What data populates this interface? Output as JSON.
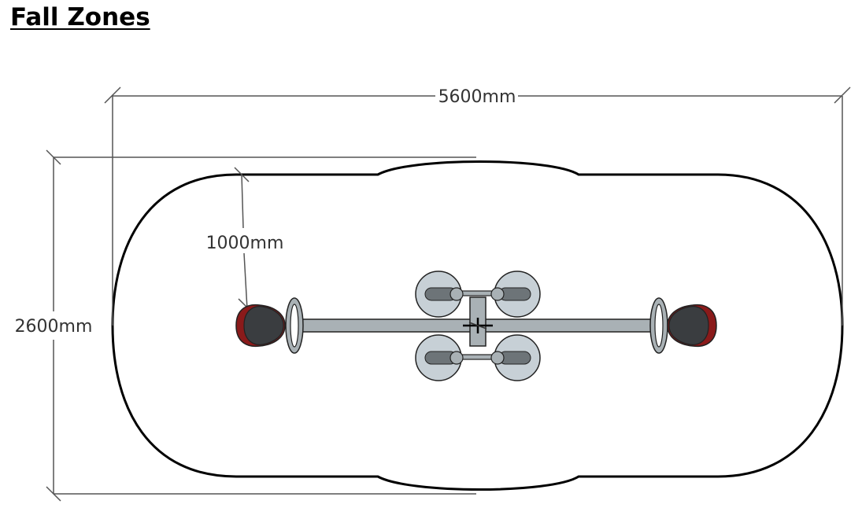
{
  "title": "Fall Zones",
  "dimensions": {
    "width_label": "5600mm",
    "height_label": "2600mm",
    "radius_label": "1000mm"
  },
  "colors": {
    "zone_outline": "#000000",
    "dimension_line": "#555555",
    "frame_metal": "#a9b1b5",
    "seat_dark": "#3a3d40",
    "seat_accent": "#8a1a1a",
    "footrest_fill": "#c7d0d6"
  },
  "icons": {
    "equipment": "seesaw-plan-view"
  }
}
